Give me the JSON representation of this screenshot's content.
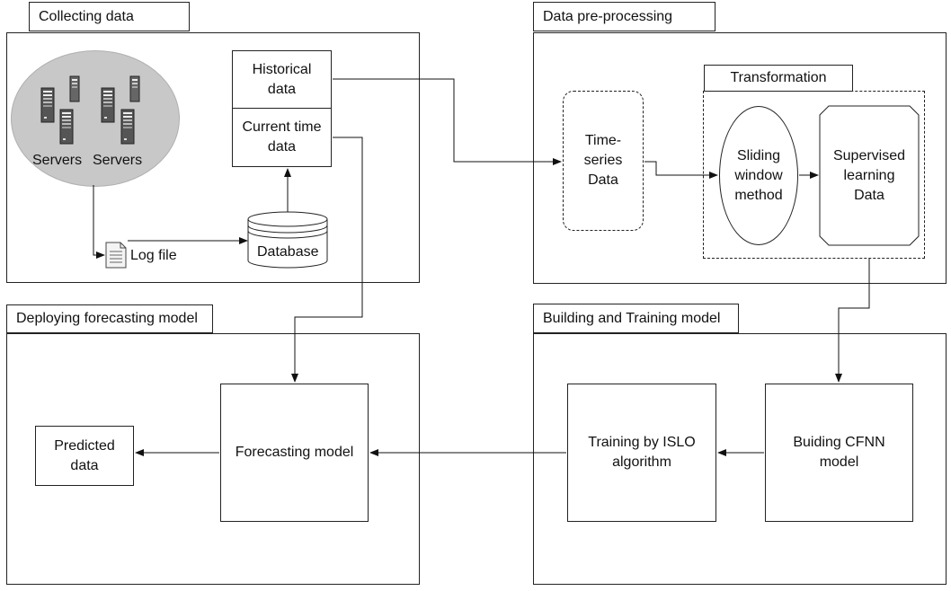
{
  "sections": {
    "collecting": "Collecting data",
    "preprocessing": "Data pre-processing",
    "building": "Building and Training model",
    "deploying": "Deploying forecasting model",
    "transformation": "Transformation"
  },
  "collecting": {
    "server_left": "Servers",
    "server_right": "Servers",
    "log_file": "Log file",
    "database": "Database",
    "historical": [
      "Historical",
      "data"
    ],
    "current": [
      "Current time",
      "data"
    ]
  },
  "preprocessing": {
    "time_series": [
      "Time-",
      "series",
      "Data"
    ],
    "sliding": [
      "Sliding",
      "window",
      "method"
    ],
    "supervised": [
      "Supervised",
      "learning",
      "Data"
    ]
  },
  "building": {
    "cfnn": [
      "Buiding CFNN",
      "model"
    ],
    "islo": [
      "Training by ISLO",
      "algorithm"
    ]
  },
  "deploying": {
    "forecast": "Forecasting model",
    "predicted": [
      "Predicted",
      "data"
    ]
  },
  "icons": {
    "server": "server-tower-icon",
    "log": "document-icon",
    "database": "cylinder-icon"
  }
}
